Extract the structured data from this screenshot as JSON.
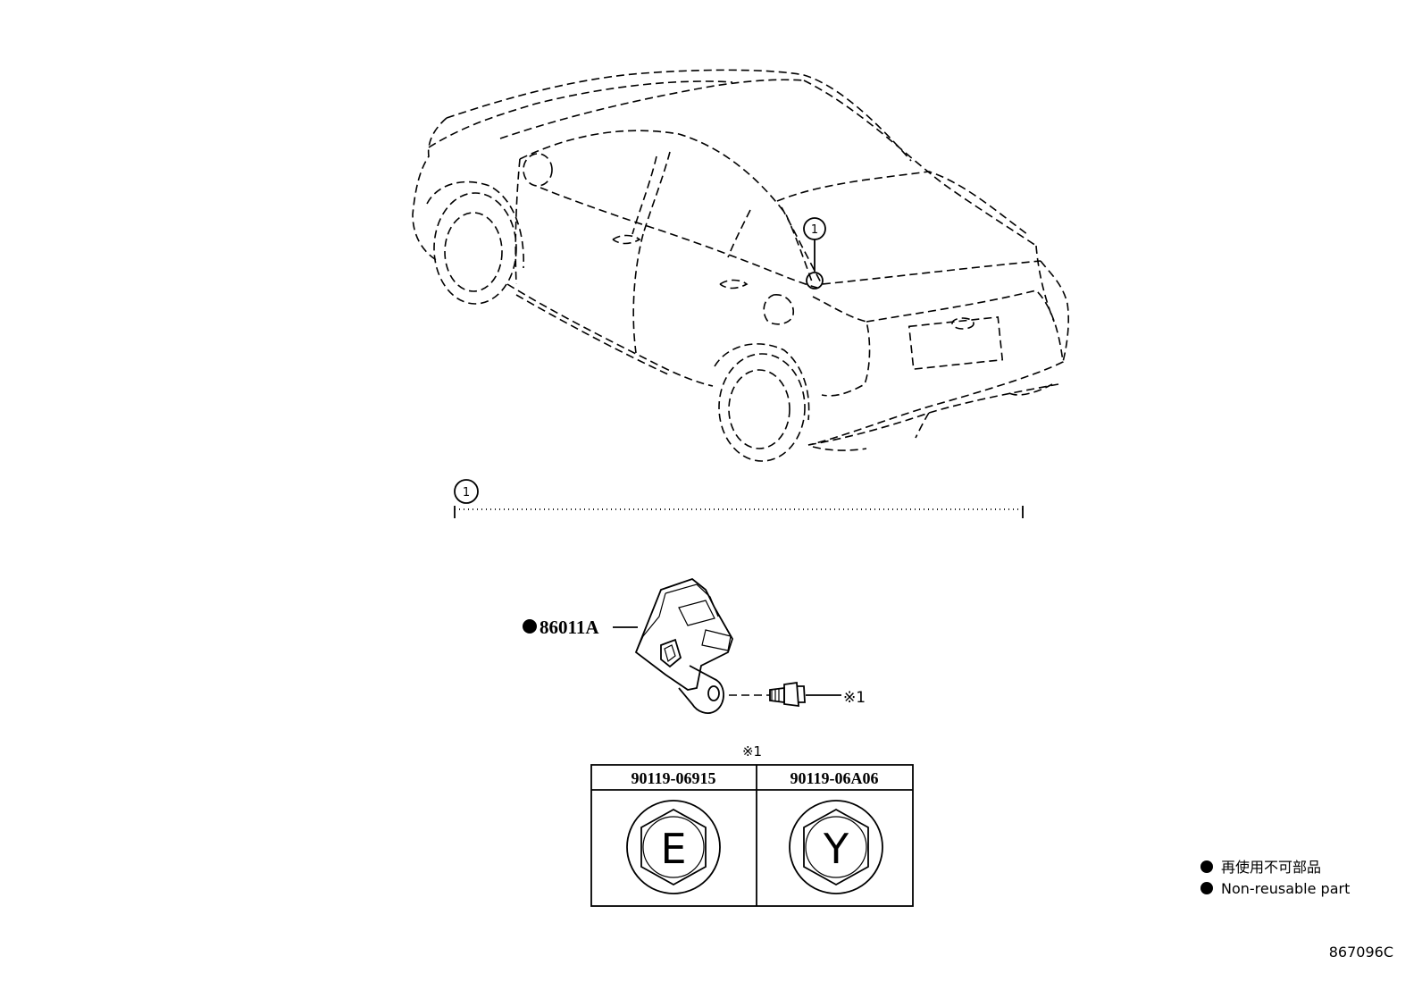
{
  "diagram": {
    "callout_number": "1",
    "group_number": "1",
    "part_number": "86011A",
    "bolt_reference": "※1",
    "bolt_table": {
      "heading": "※1",
      "columns": [
        {
          "part_number": "90119-06915",
          "head_mark": "E"
        },
        {
          "part_number": "90119-06A06",
          "head_mark": "Y"
        }
      ]
    },
    "legend": {
      "line_japanese": "再使用不可部品",
      "line_english": "Non-reusable part"
    },
    "figure_id": "867096C"
  }
}
